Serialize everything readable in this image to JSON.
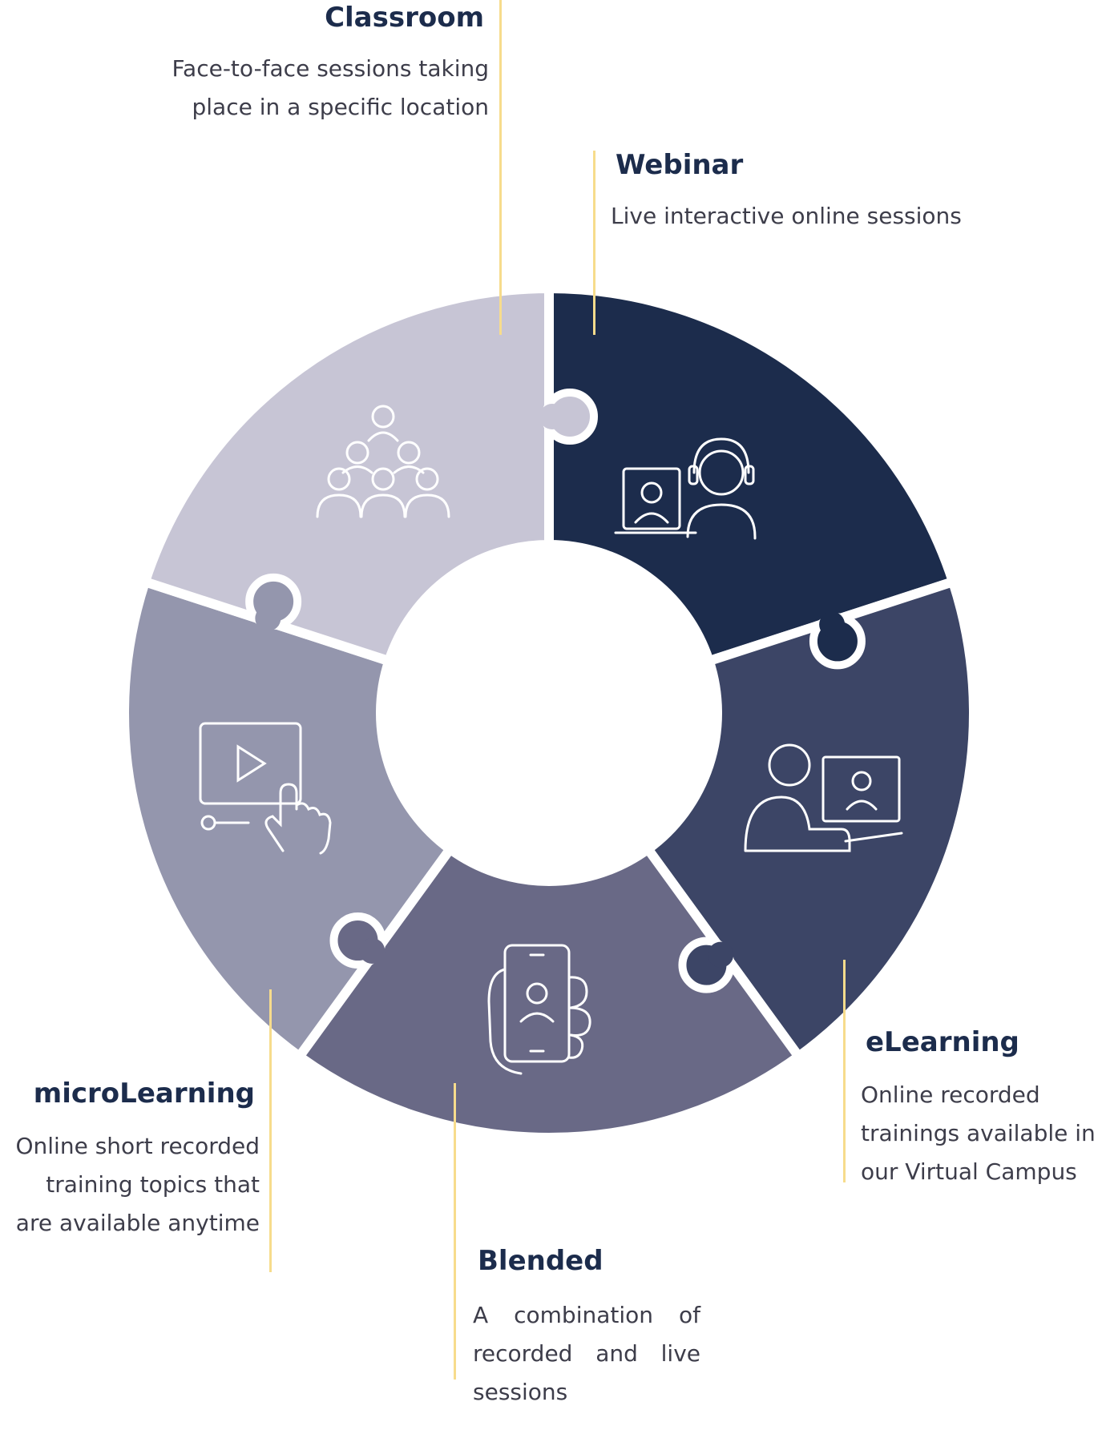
{
  "colors": {
    "classroom": "#1c2c4c",
    "webinar": "#3c4566",
    "elearning": "#696986",
    "blended": "#9496ad",
    "microlearning": "#c7c5d5",
    "accent": "#f9d31f",
    "leader_line": "#f7dc8c",
    "title_text": "#1c2c4c"
  },
  "segments": [
    {
      "key": "classroom",
      "title": "Classroom",
      "description": "Face-to-face sessions taking place in a specific location",
      "icon": "group-of-people-icon"
    },
    {
      "key": "webinar",
      "title": "Webinar",
      "description": "Live interactive online sessions",
      "icon": "headset-video-call-icon"
    },
    {
      "key": "elearning",
      "title": "eLearning",
      "description": "Online recorded trainings available in our Virtual Campus",
      "icon": "person-at-computer-icon"
    },
    {
      "key": "blended",
      "title": "Blended",
      "description": "A combination of recorded and live sessions",
      "icon": "smartphone-video-icon"
    },
    {
      "key": "microlearning",
      "title": "microLearning",
      "description": "Online short recorded training topics that are available anytime",
      "icon": "video-play-touch-icon"
    }
  ]
}
